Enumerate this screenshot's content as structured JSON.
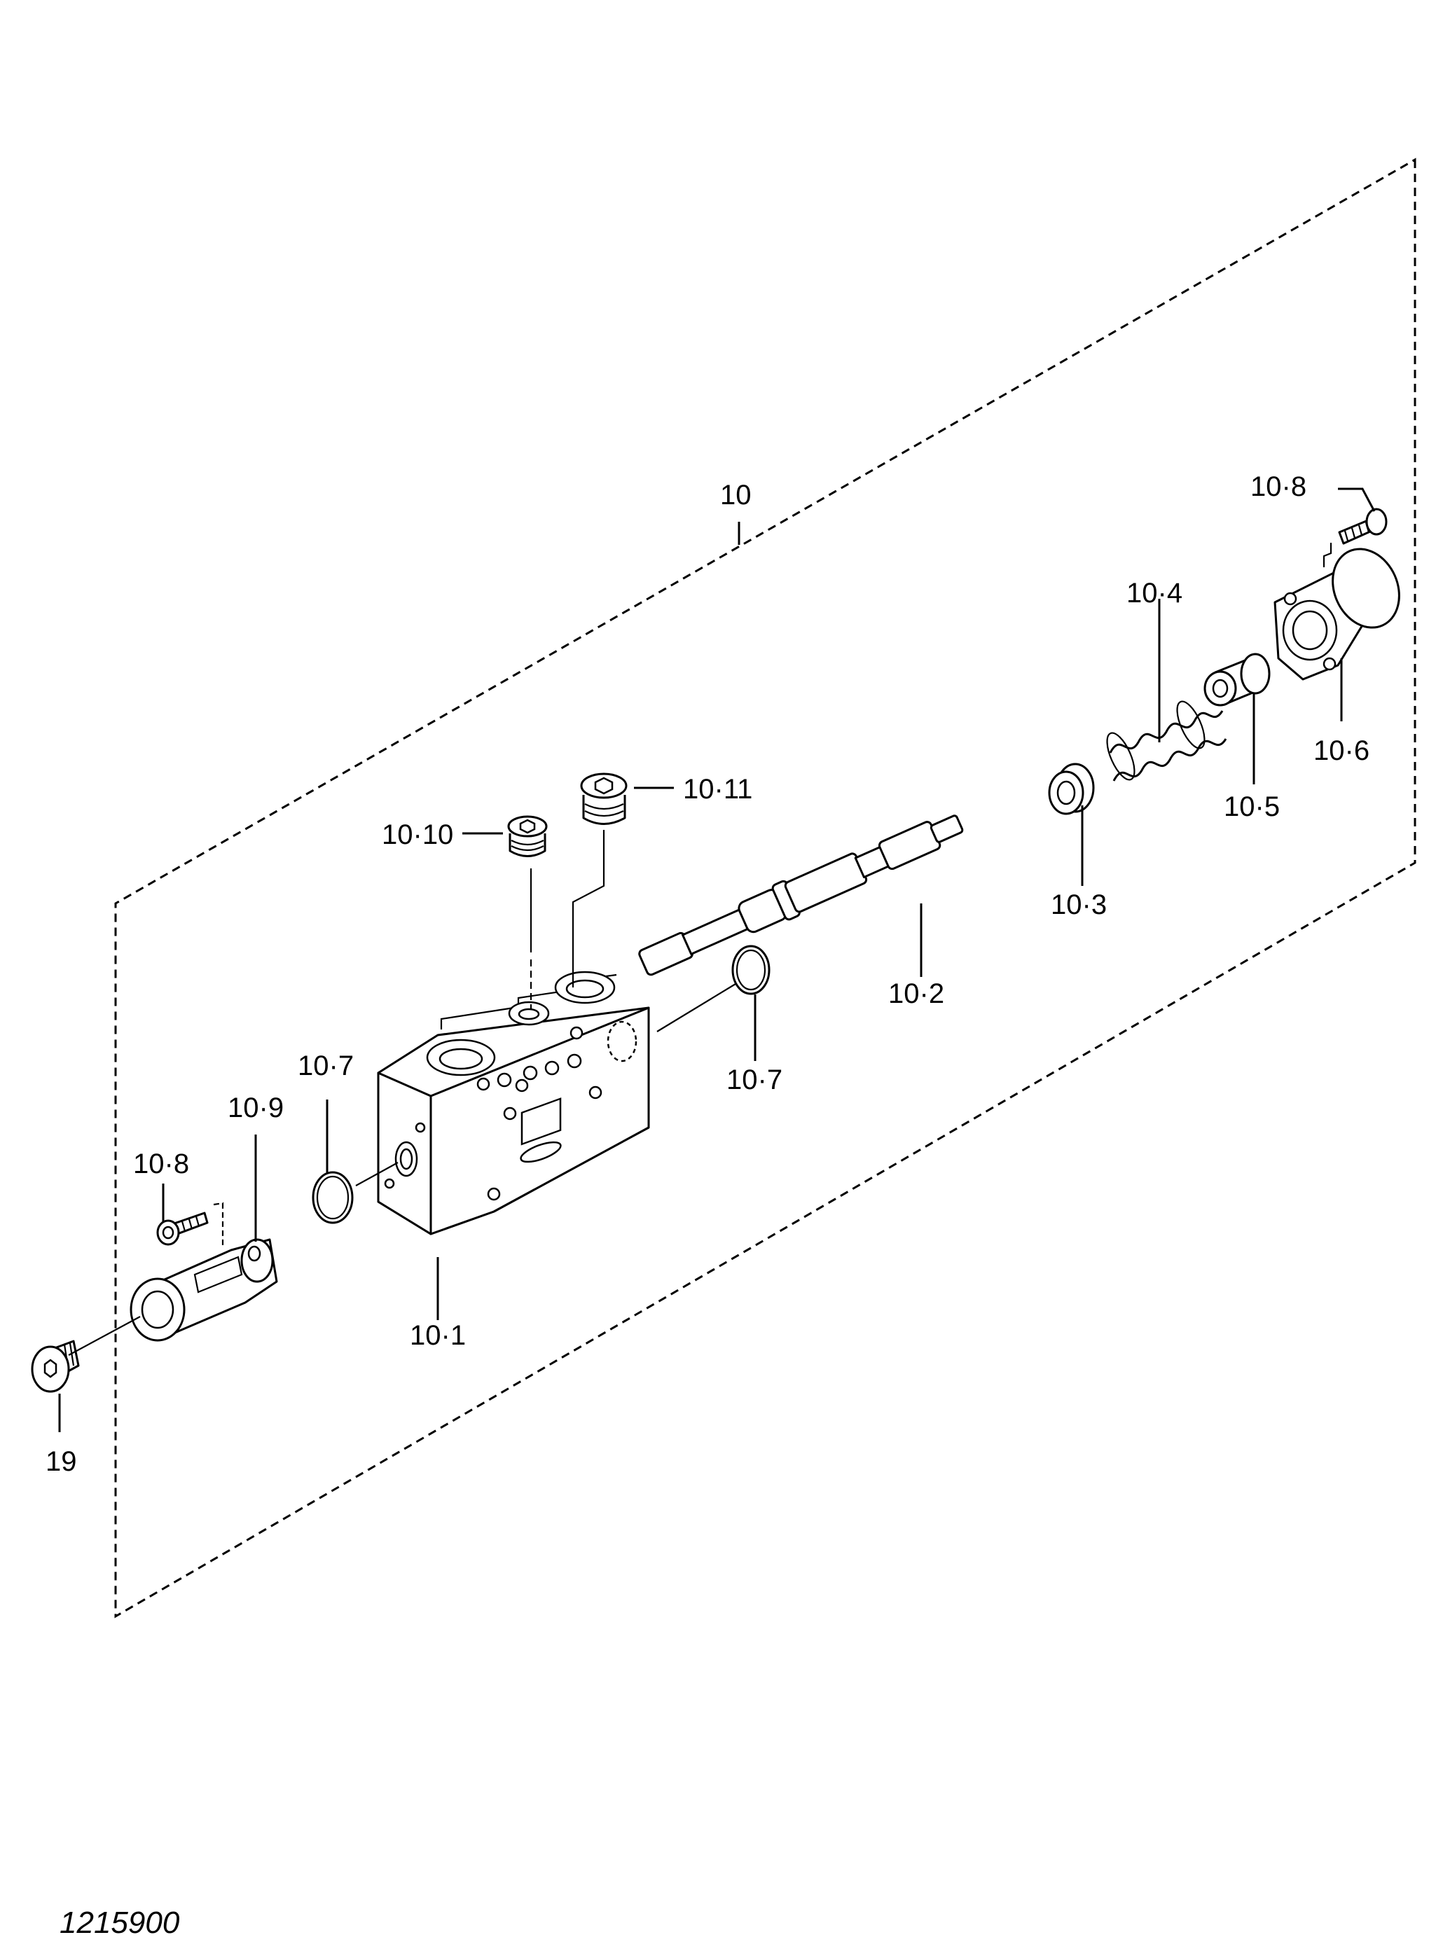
{
  "drawing_number": "1215900",
  "callouts": [
    {
      "id": "c10",
      "text": "10"
    },
    {
      "id": "c10-1",
      "text": "10·1"
    },
    {
      "id": "c10-2",
      "text": "10·2"
    },
    {
      "id": "c10-3",
      "text": "10·3"
    },
    {
      "id": "c10-4",
      "text": "10·4"
    },
    {
      "id": "c10-5",
      "text": "10·5"
    },
    {
      "id": "c10-6",
      "text": "10·6"
    },
    {
      "id": "c10-7a",
      "text": "10·7"
    },
    {
      "id": "c10-7b",
      "text": "10·7"
    },
    {
      "id": "c10-8a",
      "text": "10·8"
    },
    {
      "id": "c10-8b",
      "text": "10·8"
    },
    {
      "id": "c10-9",
      "text": "10·9"
    },
    {
      "id": "c10-10",
      "text": "10·10"
    },
    {
      "id": "c10-11",
      "text": "10·11"
    },
    {
      "id": "c19",
      "text": "19"
    }
  ]
}
